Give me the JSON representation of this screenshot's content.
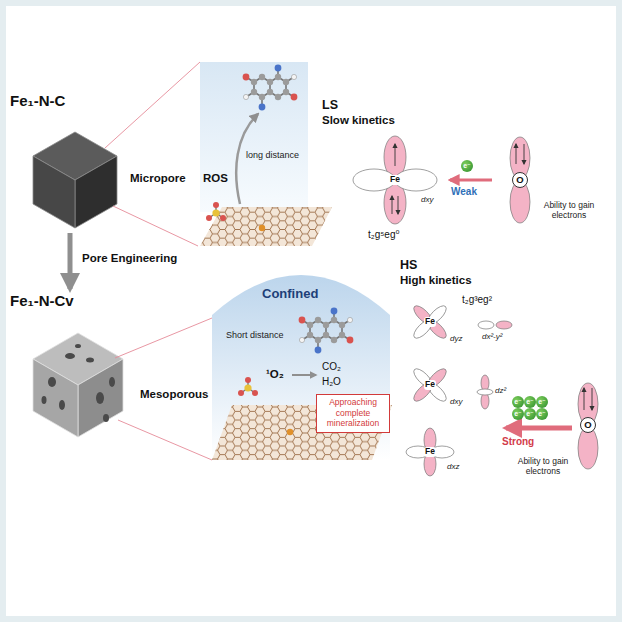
{
  "diagram": {
    "nodes": [
      {
        "text": [
          "Fe₁-N-C"
        ]
      },
      {
        "text": [
          "Fe₁-N-Cv"
        ]
      },
      {
        "text": [
          "Approaching complete mineralization"
        ]
      }
    ],
    "edges": [
      {
        "from": 0,
        "to": 1,
        "label": "Pore Engineering",
        "arrow": "to"
      }
    ],
    "labels": [
      "Micropore",
      "ROS",
      "long distance",
      "LS",
      "Slow kinetics",
      "Fe",
      "dxy",
      "t₂g⁵eg⁰",
      "e⁻",
      "Weak",
      "O",
      "Ability to gain electrons",
      "Mesoporous",
      "Confined",
      "Short distance",
      "¹O₂",
      "CO₂",
      "H₂O",
      "HS",
      "High kinetics",
      "Fe",
      "dyz",
      "t₂g³eg²",
      "dx²-y²",
      "Fe",
      "dxy",
      "dz²",
      "Fe",
      "dxz",
      "e⁻",
      "e⁻",
      "e⁻",
      "e⁻",
      "e⁻",
      "e⁻",
      "Strong",
      "O",
      "Ability to gain electrons"
    ]
  }
}
